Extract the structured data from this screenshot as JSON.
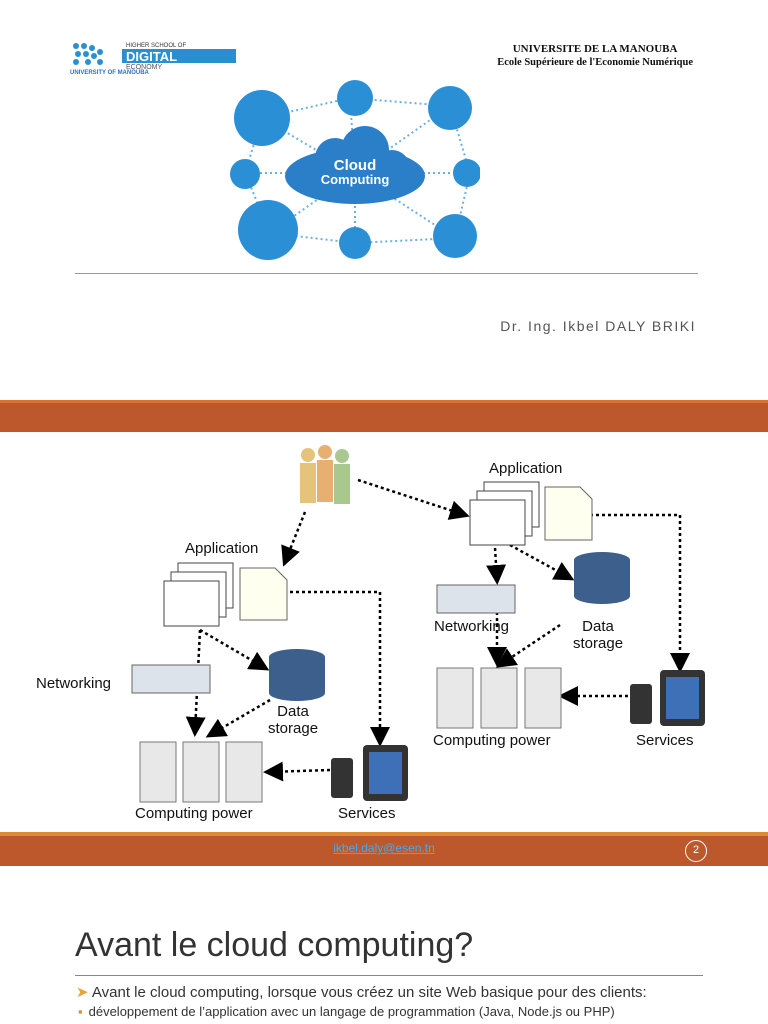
{
  "header": {
    "logo_text": [
      "HIGHER SCHOOL OF",
      "DIGITAL",
      "ECONOMY",
      "UNIVERSITY OF MANOUBA"
    ],
    "university": "UNIVERSITE DE LA MANOUBA",
    "school": "Ecole Supérieure de l'Economie Numérique"
  },
  "cover": {
    "cloud_label_1": "Cloud",
    "cloud_label_2": "Computing",
    "author": "Dr. Ing. Ikbel DALY BRIKI"
  },
  "diagram": {
    "left": {
      "application": "Application",
      "networking": "Networking",
      "data_storage_1": "Data",
      "data_storage_2": "storage",
      "computing_power": "Computing power",
      "services": "Services"
    },
    "right": {
      "application": "Application",
      "networking": "Networking",
      "data_storage_1": "Data",
      "data_storage_2": "storage",
      "computing_power": "Computing power",
      "services": "Services"
    }
  },
  "footer": {
    "email": "ikbel.daly@esen.tn",
    "page_number": "2"
  },
  "slide3": {
    "title": "Avant le cloud computing?",
    "bullet": "Avant le cloud computing, lorsque vous créez un site Web basique pour des clients:",
    "sub_bullet": "développement de l’application avec un langage de programmation (Java, Node.js ou PHP)"
  },
  "colors": {
    "accent": "#bc582c",
    "accent_light": "#e08a2f",
    "link": "#4aa8f0"
  }
}
